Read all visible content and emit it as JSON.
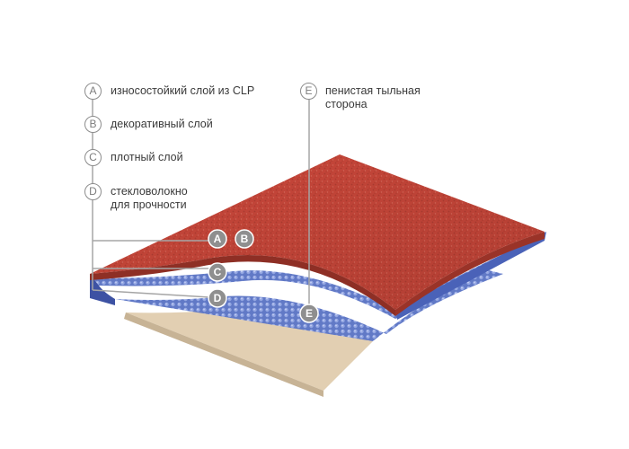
{
  "legend": [
    {
      "letter": "A",
      "label": "износостойкий слой из CLP"
    },
    {
      "letter": "B",
      "label": "декоративный слой"
    },
    {
      "letter": "C",
      "label": "плотный слой"
    },
    {
      "letter": "D",
      "label": "стекловолокно",
      "label2": "для прочности"
    },
    {
      "letter": "E",
      "label": "пенистая тыльная",
      "label2": "сторона"
    }
  ],
  "markers": {
    "a": "A",
    "b": "B",
    "c": "C",
    "d": "D",
    "e": "E"
  },
  "colors": {
    "top_layer": "#c9473a",
    "blue_layer": "#6e86d0",
    "backing": "#e2cfb2",
    "leader_line": "#a5a5a5",
    "marker_fill": "#8f8f8f"
  }
}
